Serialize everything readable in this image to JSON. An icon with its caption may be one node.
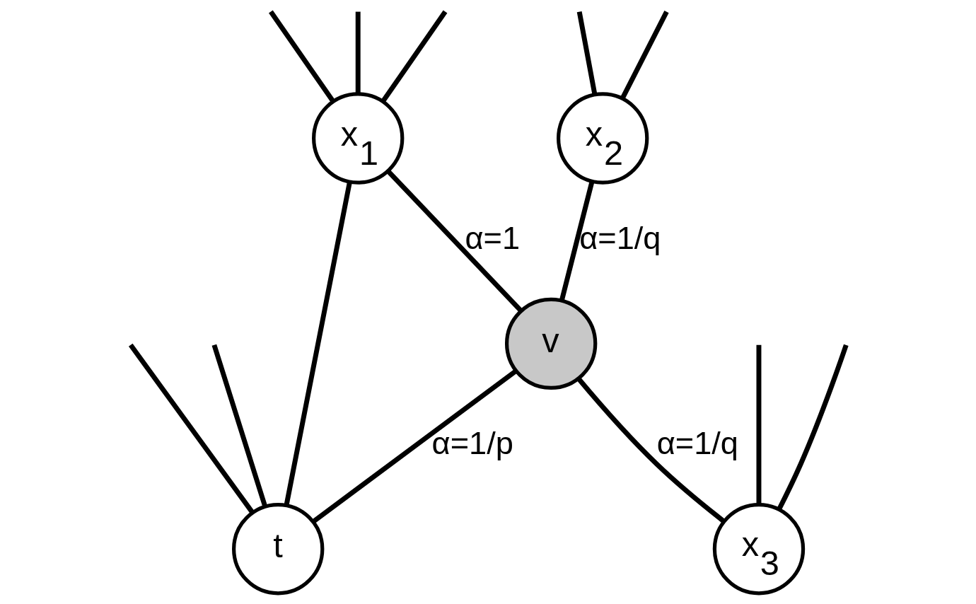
{
  "diagram": {
    "nodes": [
      {
        "text": [
          "x$_{1}$"
        ]
      },
      {
        "text": [
          "x$_{2}$"
        ]
      },
      {
        "text": [
          "v"
        ]
      },
      {
        "text": [
          "t"
        ]
      },
      {
        "text": [
          "x$_{3}$"
        ]
      }
    ],
    "edges": [
      {
        "from": 0,
        "to": 2,
        "arrow": "none",
        "label": "α=1"
      },
      {
        "from": 1,
        "to": 2,
        "arrow": "none",
        "label": "α=1/q"
      },
      {
        "from": 4,
        "to": 2,
        "arrow": "none",
        "label": "α=1/q"
      },
      {
        "from": 3,
        "to": 2,
        "arrow": "none",
        "label": "α=1/p"
      },
      {
        "from": 3,
        "to": 0,
        "arrow": "none"
      },
      {
        "from": null,
        "to": 0,
        "arrow": "none"
      },
      {
        "from": null,
        "to": 0,
        "arrow": "none"
      },
      {
        "from": null,
        "to": 0,
        "arrow": "none"
      },
      {
        "from": null,
        "to": 1,
        "arrow": "none"
      },
      {
        "from": null,
        "to": 1,
        "arrow": "none"
      },
      {
        "from": null,
        "to": 4,
        "arrow": "none"
      },
      {
        "from": null,
        "to": 4,
        "arrow": "none"
      },
      {
        "from": null,
        "to": 3,
        "arrow": "none"
      },
      {
        "from": null,
        "to": 3,
        "arrow": "none"
      }
    ]
  }
}
